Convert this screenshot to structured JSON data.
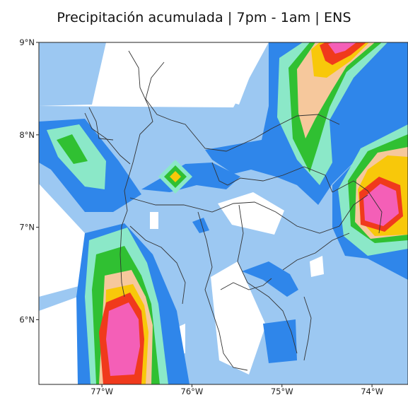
{
  "map": {
    "title": "Precipitación acumulada | 7pm - 1am | ENS",
    "lat_ticks": [
      {
        "value": 9,
        "label": "9°N"
      },
      {
        "value": 8,
        "label": "8°N"
      },
      {
        "value": 7,
        "label": "7°N"
      },
      {
        "value": 6,
        "label": "6°N"
      }
    ],
    "lon_ticks": [
      {
        "value": -77,
        "label": "77°W"
      },
      {
        "value": -76,
        "label": "76°W"
      },
      {
        "value": -75,
        "label": "75°W"
      },
      {
        "value": -74,
        "label": "74°W"
      }
    ],
    "extent": {
      "lon_min": -77.7,
      "lon_max": -73.6,
      "lat_min": 5.3,
      "lat_max": 9.0
    },
    "palette": {
      "light_blue": "#9cc8f2",
      "blue": "#2f86ea",
      "aqua": "#8be8c8",
      "green": "#30c032",
      "peach": "#f6c89c",
      "yellow": "#f8c80a",
      "red": "#f03a1c",
      "magenta": "#f45fb7",
      "background": "#ffffff",
      "border": "#333333"
    }
  }
}
